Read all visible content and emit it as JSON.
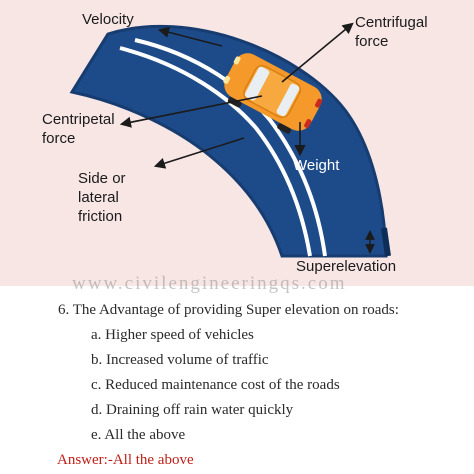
{
  "figure": {
    "labels": {
      "velocity": "Velocity",
      "centrifugal_line1": "Centrifugal",
      "centrifugal_line2": "force",
      "centripetal_line1": "Centripetal",
      "centripetal_line2": "force",
      "weight": "Weight",
      "friction_line1": "Side or",
      "friction_line2": "lateral",
      "friction_line3": "friction",
      "superelevation": "Superelevation"
    },
    "watermark": "www.civilengineeringqs.com",
    "colors": {
      "background": "#f8e6e5",
      "road": "#1d4b8a",
      "road_edge": "#163c70",
      "lane_lines": "#ffffff",
      "car_body": "#f59a2a",
      "car_roof": "#f7a83e",
      "car_glass": "#e8eef2",
      "arrows": "#1b1b1b"
    }
  },
  "question": {
    "number": "6.",
    "text": "The Advantage of providing Super elevation on roads:",
    "options": [
      "a. Higher speed of vehicles",
      "b. Increased volume of traffic",
      "c. Reduced maintenance cost of the roads",
      "d. Draining off rain water quickly",
      "e. All the above"
    ],
    "answer": "Answer:-All the above",
    "answer_color": "#c0201a"
  }
}
